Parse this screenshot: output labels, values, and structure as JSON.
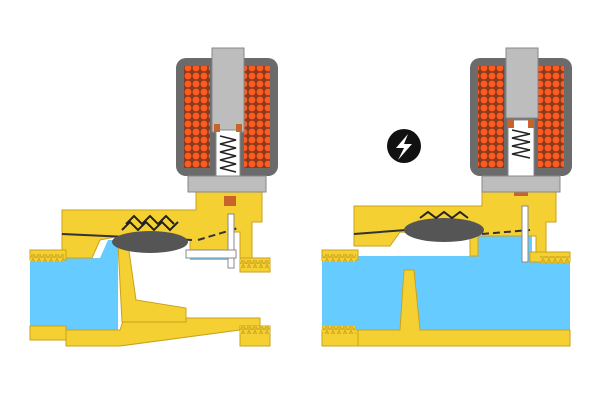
{
  "figure": {
    "panels": [
      {
        "id": "left",
        "state": "de-energized",
        "valve": "closed",
        "power_icon": false
      },
      {
        "id": "right",
        "state": "energized",
        "valve": "open",
        "power_icon": true
      }
    ],
    "colors": {
      "body": "#f5d033",
      "body_stroke": "#c9a21a",
      "fluid": "#66ccff",
      "coil_housing": "#6b6b6b",
      "coil_wire": "#ff5a1f",
      "plunger": "#bdbdbd",
      "spring": "#222222",
      "diaphragm": "#555555",
      "seal": "#c8642a",
      "power_icon_bg": "#111111",
      "power_icon_fg": "#ffffff"
    },
    "icons": {
      "power": "lightning-bolt-icon"
    }
  }
}
